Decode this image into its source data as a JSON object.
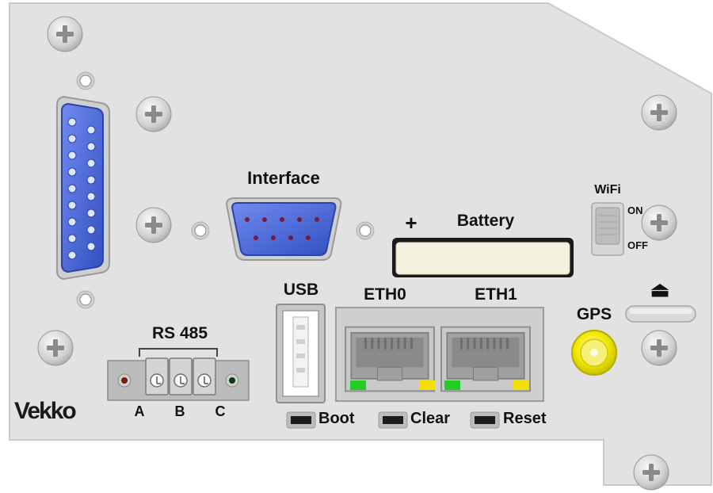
{
  "panel": {
    "brand": "Vekko",
    "colors": {
      "panel": "#e2e2e2",
      "panel_edge": "#cfcfcf",
      "db_connector": "#4a6ad8",
      "gps_connector": "#f2e800",
      "battery_slot": "#f4f1df",
      "led_green": "#22cc22",
      "led_yellow": "#f2e000",
      "button": "#1c1c1c"
    },
    "labels": {
      "interface": "Interface",
      "battery": "Battery",
      "battery_plus": "+",
      "wifi": "WiFi",
      "wifi_on": "ON",
      "wifi_off": "OFF",
      "usb": "USB",
      "eth0": "ETH0",
      "eth1": "ETH1",
      "gps": "GPS",
      "eject": "⏏",
      "rs485": "RS 485",
      "terminal_a": "A",
      "terminal_b": "B",
      "terminal_c": "C",
      "boot": "Boot",
      "clear": "Clear",
      "reset": "Reset"
    },
    "icons": [
      "screw-icon",
      "eject-icon",
      "rj45-port-icon",
      "usb-port-icon",
      "db15-connector-icon",
      "db9-connector-icon",
      "gps-sma-connector-icon",
      "terminal-block-icon"
    ]
  }
}
